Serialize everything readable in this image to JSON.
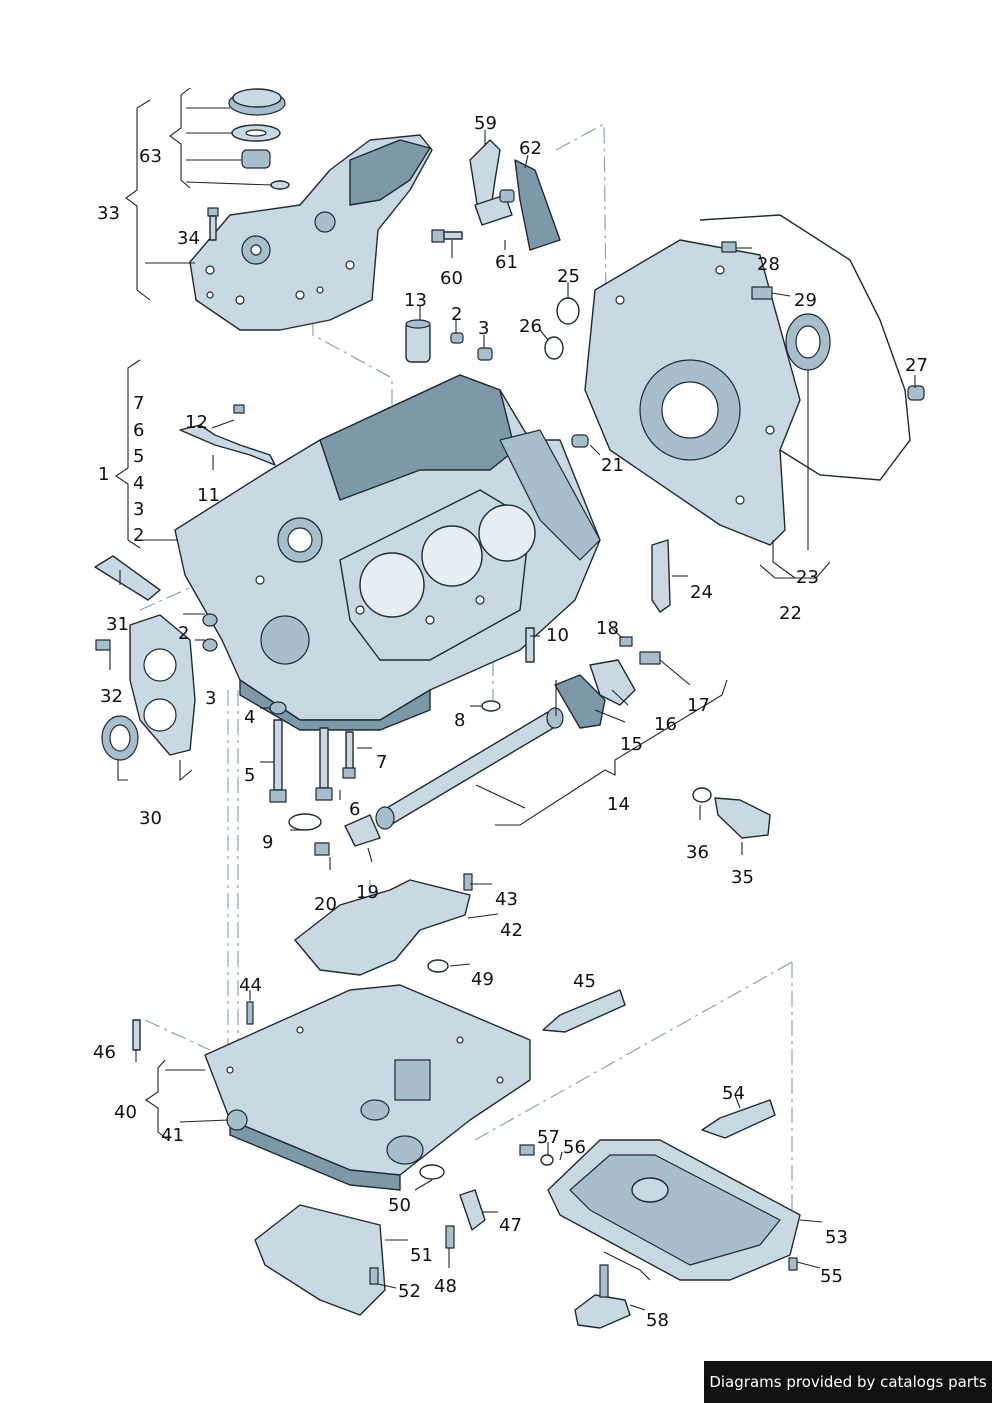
{
  "callouts": [
    "1",
    "2",
    "3",
    "4",
    "5",
    "6",
    "7",
    "8",
    "9",
    "10",
    "11",
    "12",
    "13",
    "14",
    "15",
    "16",
    "17",
    "18",
    "19",
    "20",
    "21",
    "22",
    "23",
    "24",
    "25",
    "26",
    "27",
    "28",
    "29",
    "30",
    "31",
    "32",
    "33",
    "34",
    "35",
    "36",
    "40",
    "41",
    "42",
    "43",
    "44",
    "45",
    "46",
    "47",
    "48",
    "49",
    "50",
    "51",
    "52",
    "53",
    "54",
    "55",
    "56",
    "57",
    "58",
    "59",
    "60",
    "61",
    "62",
    "63"
  ],
  "labels": {
    "n1": "1",
    "n2a": "2",
    "n2b": "2",
    "n2c": "2",
    "n3a": "3",
    "n3b": "3",
    "n3c": "3",
    "n4a": "4",
    "n4b": "4",
    "n5a": "5",
    "n5b": "5",
    "n6a": "6",
    "n6b": "6",
    "n7a": "7",
    "n7b": "7",
    "n8": "8",
    "n9": "9",
    "n10": "10",
    "n11": "11",
    "n12": "12",
    "n13": "13",
    "n14": "14",
    "n15": "15",
    "n16": "16",
    "n17": "17",
    "n18": "18",
    "n19": "19",
    "n20": "20",
    "n21": "21",
    "n22": "22",
    "n23": "23",
    "n24": "24",
    "n25": "25",
    "n26": "26",
    "n27": "27",
    "n28": "28",
    "n29": "29",
    "n30": "30",
    "n31": "31",
    "n32": "32",
    "n33": "33",
    "n34": "34",
    "n35": "35",
    "n36": "36",
    "n40": "40",
    "n41": "41",
    "n42": "42",
    "n43": "43",
    "n44": "44",
    "n45": "45",
    "n46": "46",
    "n47": "47",
    "n48": "48",
    "n49": "49",
    "n50": "50",
    "n51": "51",
    "n52": "52",
    "n53": "53",
    "n54": "54",
    "n55": "55",
    "n56": "56",
    "n57": "57",
    "n58": "58",
    "n59": "59",
    "n60": "60",
    "n61": "61",
    "n62": "62",
    "n63": "63"
  },
  "credit": "Diagrams provided by catalogs parts",
  "colors": {
    "part_fill": "#c9d9e3",
    "part_shadow": "#7d98a9",
    "outline": "#1d2b33",
    "leader_dash": "#8aa4b4",
    "banner_bg": "#111111",
    "banner_text": "#ffffff"
  }
}
